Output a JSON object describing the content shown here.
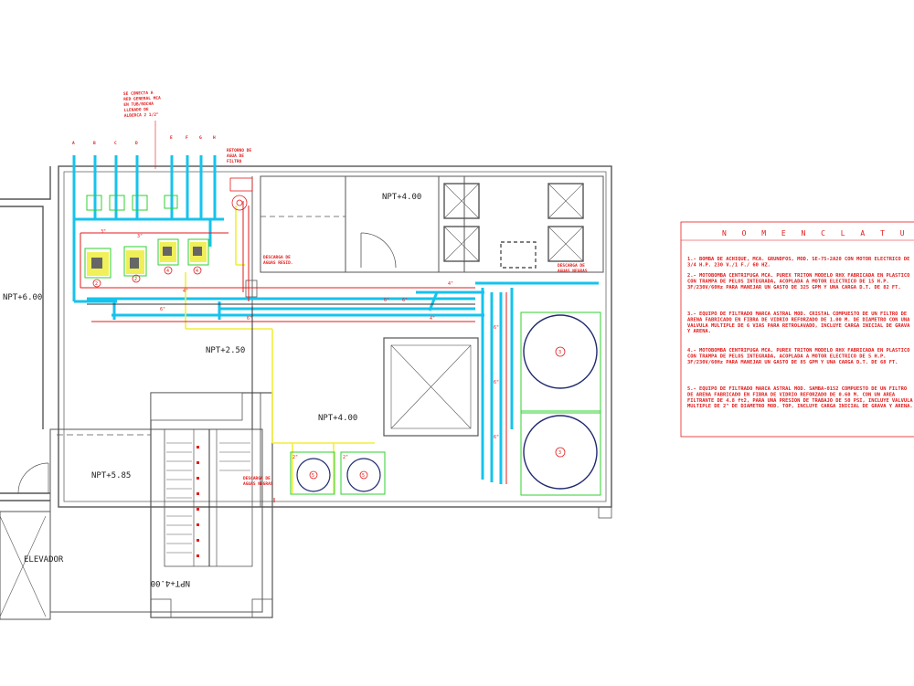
{
  "rooms": {
    "npt_600": "NPT+6.00",
    "npt_400_top": "NPT+4.00",
    "npt_250": "NPT+2.50",
    "npt_400_center": "NPT+4.00",
    "npt_585": "NPT+5.85",
    "elevator": "ELEVADOR",
    "npt_400_stair": "NPT+4.00"
  },
  "pipe_letters": [
    "A",
    "B",
    "C",
    "D",
    "E",
    "F",
    "G",
    "H"
  ],
  "notes": {
    "top_connection": "SE CONECTA A RED GENERAL MCA EN TUB/ROCHA LLENADO DE ALBERCA 2 1/2\"",
    "vent_top": "RETORNO DE AGUA DE FILTRO",
    "drain_left": "DESCARGA DE AGUAS RESID.",
    "drain_right": "DESCARGA DE AGUAS NEGRAS",
    "drain_stair": "DESCARGA DE AGUAS NEGRAS"
  },
  "legend": {
    "title": "N O M E N C L A T U R A",
    "items": [
      "1.- BOMBA DE ACHIQUE, MCA. GRUNDFOS, MOD. SE-75-2A20 CON MOTOR ELECTRICO DE 3/4 H.P. 230 V./1 F./ 60 HZ.",
      "2.- MOTOBOMBA CENTRIFUGA MCA. PUREX TRITON MODELO RHX FABRICADA EN PLASTICO CON TRAMPA DE PELOS INTEGRADA, ACOPLADA A MOTOR ELECTRICO DE 15 H.P. 3F/230V/60Hz PARA MANEJAR UN GASTO DE 325 GPM Y UNA CARGA D.T. DE 82 FT.",
      "3.- EQUIPO DE FILTRADO MARCA ASTRAL MOD. CRISTAL COMPUESTO DE UN FILTRO DE ARENA FABRICADO EN FIBRA DE VIDRIO REFORZADO DE 1.00 M. DE DIAMETRO CON UNA VALVULA MULTIPLE DE 6 VIAS PARA RETROLAVADO, INCLUYE CARGA INICIAL DE GRAVA Y ARENA.",
      "4.- MOTOBOMBA CENTRIFUGA MCA. PUREX TRITON MODELO RHX FABRICADA EN PLASTICO CON TRAMPA DE PELOS INTEGRADA, ACOPLADA A MOTOR ELECTRICO DE 5 H.P. 3F/230V/60Hz PARA MANEJAR UN GASTO DE 85 GPM Y UNA CARGA D.T. DE 68 FT.",
      "5.- EQUIPO DE FILTRADO MARCA ASTRAL MOD. SAMBA-0152 COMPUESTO DE UN FILTRO DE ARENA FABRICADO EN FIBRA DE VIDRIO REFORZADO DE 0.60 M. CON UN AREA FILTRANTE DE 4.8 ft2, PARA UNA PRESION DE TRABAJO DE 50 PSI, INCLUYE VALVULA MULTIPLE DE 2\" DE DIAMETRO MOD. TOP, INCLUYE CARGA INICIAL DE GRAVA Y ARENA."
    ]
  },
  "equipment_tags": [
    "1",
    "2",
    "3",
    "4",
    "5"
  ],
  "colors": {
    "walls": "#555555",
    "pipes_cyan": "#16c3ec",
    "pipes_yellow": "#f2ee3c",
    "pipes_red": "#e31b1b",
    "equipment_green": "#2fd12f",
    "annotation_red": "#e31b1b"
  }
}
